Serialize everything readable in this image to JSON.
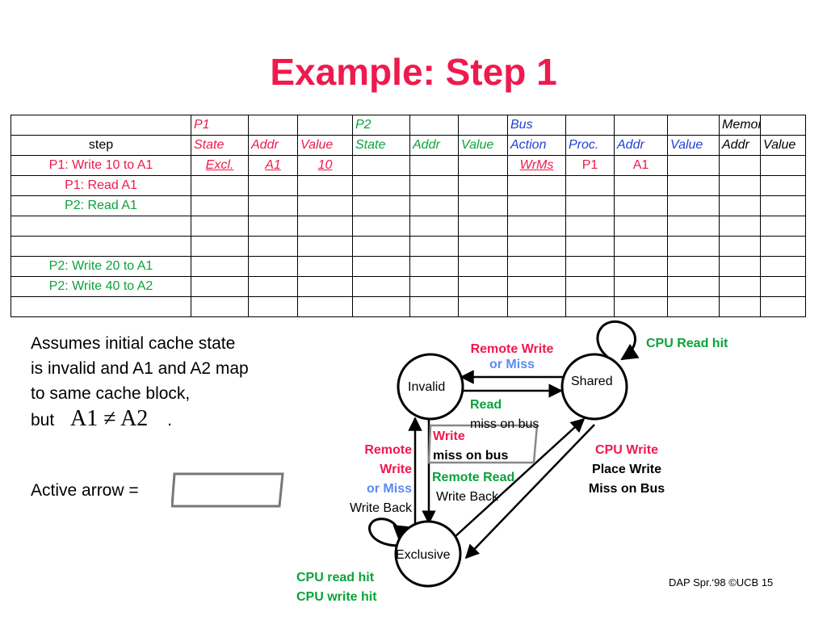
{
  "title": "Example: Step 1",
  "table": {
    "rows": [
      [
        "",
        "P1",
        "",
        "",
        "P2",
        "",
        "",
        "Bus",
        "",
        "",
        "",
        "Memory",
        ""
      ],
      [
        "step",
        "State",
        "Addr",
        "Value",
        "State",
        "Addr",
        "Value",
        "Action",
        "Proc.",
        "Addr",
        "Value",
        "Addr",
        "Value"
      ],
      [
        "P1: Write 10 to A1",
        "Excl.",
        "A1",
        "10",
        "",
        "",
        "",
        "WrMs",
        "P1",
        "A1",
        "",
        "",
        ""
      ],
      [
        "P1: Read A1",
        "",
        "",
        "",
        "",
        "",
        "",
        "",
        "",
        "",
        "",
        "",
        ""
      ],
      [
        "P2: Read A1",
        "",
        "",
        "",
        "",
        "",
        "",
        "",
        "",
        "",
        "",
        "",
        ""
      ],
      [
        "",
        "",
        "",
        "",
        "",
        "",
        "",
        "",
        "",
        "",
        "",
        "",
        ""
      ],
      [
        "",
        "",
        "",
        "",
        "",
        "",
        "",
        "",
        "",
        "",
        "",
        "",
        ""
      ],
      [
        "P2: Write 20 to A1",
        "",
        "",
        "",
        "",
        "",
        "",
        "",
        "",
        "",
        "",
        "",
        ""
      ],
      [
        "P2: Write 40 to A2",
        "",
        "",
        "",
        "",
        "",
        "",
        "",
        "",
        "",
        "",
        "",
        ""
      ],
      [
        "",
        "",
        "",
        "",
        "",
        "",
        "",
        "",
        "",
        "",
        "",
        "",
        ""
      ]
    ]
  },
  "notes": {
    "line1": "Assumes initial cache state",
    "line2": "is invalid and A1 and A2 map",
    "line3": "to same cache block,",
    "line4_prefix": "but",
    "inequality": "A1 ≠ A2",
    "line4_suffix": ".",
    "active_arrow_label": "Active arrow  ="
  },
  "diagram": {
    "states": {
      "invalid": "Invalid",
      "shared": "Shared",
      "exclusive": "Exclusive"
    },
    "labels": {
      "cpu_read_hit": "CPU Read hit",
      "remote_write_top_1": "Remote Write",
      "remote_write_top_2": "or Miss",
      "read_miss_1": "Read",
      "read_miss_2": "miss on bus",
      "write_miss_1": "Write",
      "write_miss_2": "miss on bus",
      "remote_write_left_1": "Remote",
      "remote_write_left_2": "Write",
      "remote_write_left_3": "or Miss",
      "remote_write_left_4": "Write Back",
      "remote_read_1": "Remote Read",
      "remote_read_2": "Write Back",
      "cpu_write_1": "CPU Write",
      "cpu_write_2": "Place Write",
      "cpu_write_3": "Miss on Bus",
      "cpu_read_hit_excl": "CPU read hit",
      "cpu_write_hit_excl": "CPU write hit"
    }
  },
  "footer": "DAP Spr.‘98 ©UCB 15",
  "colors": {
    "title": "#ee1a4e",
    "red": "#ee1a4e",
    "green": "#0aa33a",
    "blue": "#5a8af0",
    "p1_header": "#ee1a4e",
    "p2_header": "#0aa33a",
    "bus_header": "#1f3fd6",
    "memory_header": "#000000"
  }
}
